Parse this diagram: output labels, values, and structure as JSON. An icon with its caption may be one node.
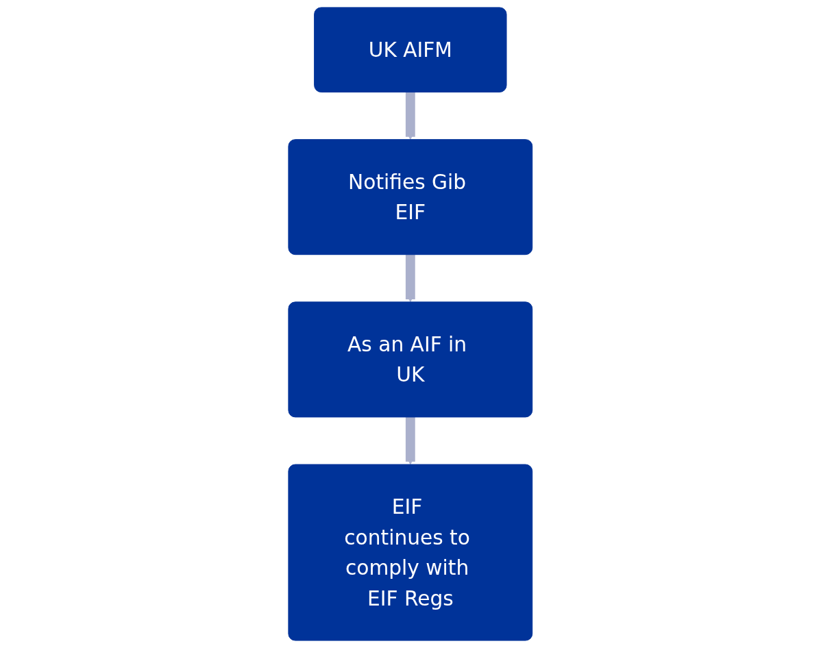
{
  "diagram": {
    "nodes": [
      {
        "text": [
          "UK AIFM"
        ]
      },
      {
        "text": [
          "Notifies Gib EIF"
        ]
      },
      {
        "text": [
          "As an AIF in UK"
        ]
      },
      {
        "text": [
          "EIF continues to comply with EIF Regs"
        ]
      }
    ],
    "edges": [
      {
        "from": 0,
        "to": 1,
        "arrow": "to"
      },
      {
        "from": 1,
        "to": 2,
        "arrow": "to"
      },
      {
        "from": 2,
        "to": 3,
        "arrow": "to"
      }
    ]
  }
}
